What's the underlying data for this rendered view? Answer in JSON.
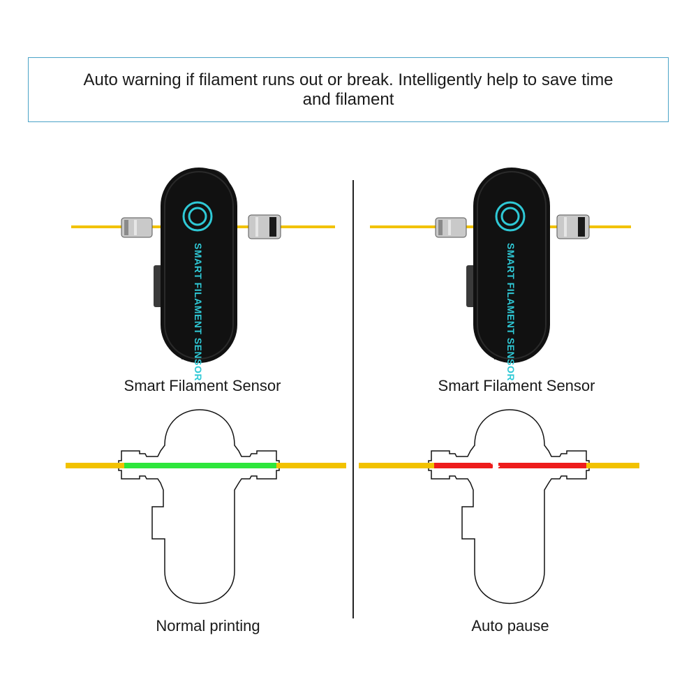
{
  "headline": "Auto warning if filament runs out or break. Intelligently help to save time and filament",
  "device": {
    "label": "SMART FILAMENT SENSOR"
  },
  "captions": {
    "left_top": "Smart Filament Sensor",
    "right_top": "Smart Filament Sensor",
    "left_bottom": "Normal printing",
    "right_bottom": "Auto pause"
  },
  "colors": {
    "filament": "#f2c200",
    "normal_indicator": "#2ee63c",
    "pause_indicator": "#ee1c1c",
    "banner_border": "#4aa3c7",
    "device_body": "#111111",
    "device_accent": "#2fc9d6"
  }
}
